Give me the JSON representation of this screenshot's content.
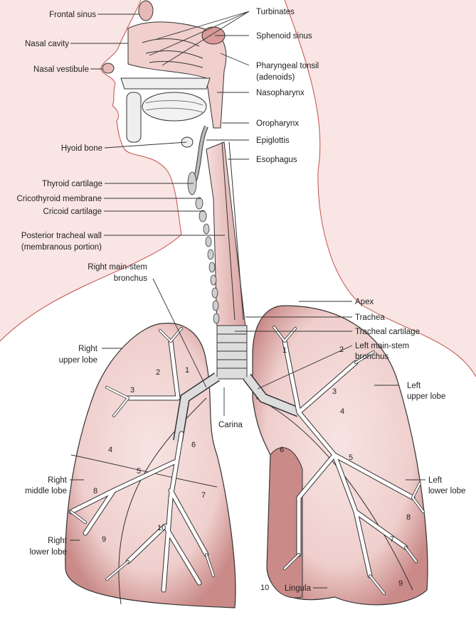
{
  "title": "Respiratory tract anatomy",
  "colors": {
    "background_tissue": "#f9e5e3",
    "lung_fill": "#f1d3d1",
    "lung_edge": "#c98a88",
    "cartilage": "#cfcfcf",
    "outline": "#c0504d"
  },
  "labels": {
    "frontal_sinus": "Frontal sinus",
    "nasal_cavity": "Nasal cavity",
    "nasal_vestibule": "Nasal vestibule",
    "turbinates": "Turbinates",
    "sphenoid_sinus": "Sphenoid sinus",
    "pharyngeal_tonsil_1": "Pharyngeal tonsil",
    "pharyngeal_tonsil_2": "(adenoids)",
    "nasopharynx": "Nasopharynx",
    "oropharynx": "Oropharynx",
    "epiglottis": "Epiglottis",
    "esophagus": "Esophagus",
    "hyoid_bone": "Hyoid bone",
    "thyroid_cartilage": "Thyroid cartilage",
    "cricothyroid_membrane": "Cricothyroid membrane",
    "cricoid_cartilage": "Cricoid cartilage",
    "posterior_tracheal_wall_1": "Posterior tracheal wall",
    "posterior_tracheal_wall_2": "(membranous portion)",
    "right_main_stem_1": "Right main-stem",
    "right_main_stem_2": "bronchus",
    "apex": "Apex",
    "trachea": "Trachea",
    "tracheal_cartilage": "Tracheal cartilage",
    "left_main_stem_1": "Left main-stem",
    "left_main_stem_2": "bronchus",
    "right_upper_lobe_1": "Right",
    "right_upper_lobe_2": "upper lobe",
    "carina": "Carina",
    "left_upper_lobe_1": "Left",
    "left_upper_lobe_2": "upper lobe",
    "right_middle_lobe_1": "Right",
    "right_middle_lobe_2": "middle lobe",
    "left_lower_lobe_1": "Left",
    "left_lower_lobe_2": "lower lobe",
    "right_lower_lobe_1": "Right",
    "right_lower_lobe_2": "lower lobe",
    "lingula": "Lingula"
  },
  "segments": {
    "right": [
      "1",
      "2",
      "3",
      "4",
      "5",
      "6",
      "7",
      "8",
      "9",
      "10"
    ],
    "left": [
      "1",
      "2",
      "3",
      "4",
      "5",
      "6",
      "7",
      "8",
      "9",
      "10"
    ]
  }
}
